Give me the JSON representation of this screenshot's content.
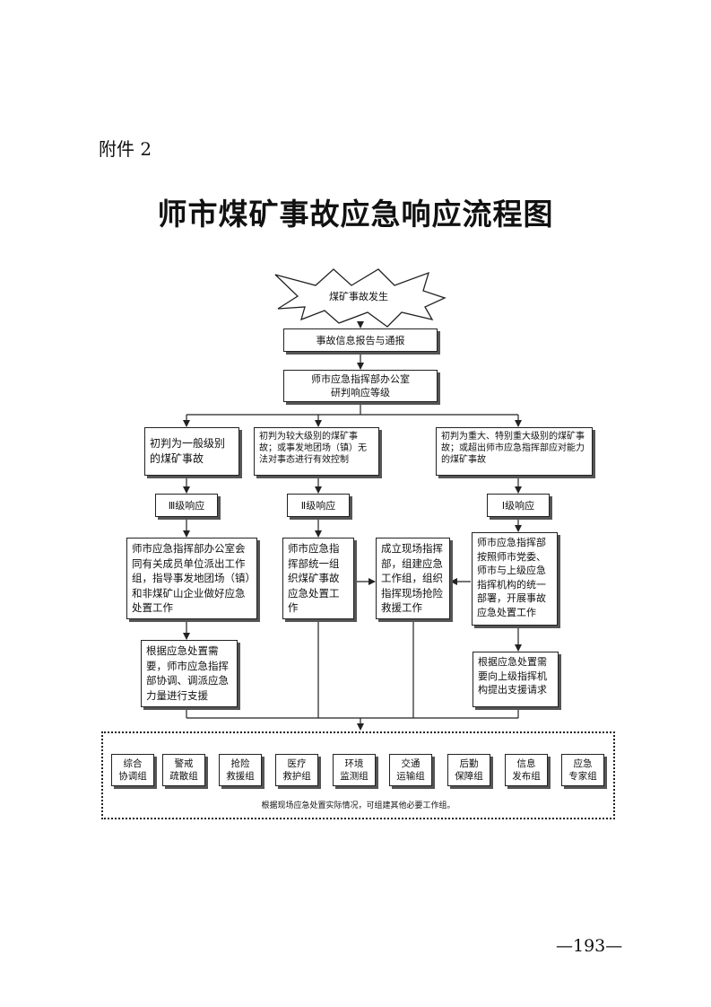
{
  "header": {
    "attachment": "附件 2"
  },
  "title": "师市煤矿事故应急响应流程图",
  "flow": {
    "start": "煤矿事故发生",
    "report": "事故信息报告与通报",
    "office": [
      "师市应急指挥部办公室",
      "研判响应等级"
    ],
    "judge_left": "初判为一般级别的煤矿事故",
    "judge_mid": "初判为较大级别的煤矿事故；或事发地团场（镇）无法对事态进行有效控制",
    "judge_right": "初判为重大、特别重大级别的煤矿事故；或超出师市应急指挥部应对能力的煤矿事故",
    "level3": "Ⅲ级响应",
    "level2": "Ⅱ级响应",
    "level1": "Ⅰ级响应",
    "action_left": "师市应急指挥部办公室会同有关成员单位派出工作组，指导事发地团场（镇）和非煤矿山企业做好应急处置工作",
    "action_mid": "师市应急指挥部统一组织煤矿事故应急处置工作",
    "action_center": "成立现场指挥部，组建应急工作组，组织指挥现场抢险救援工作",
    "action_right": "师市应急指挥部按照师市党委、师市与上级应急指挥机构的统一部署，开展事故应急处置工作",
    "support_left": "根据应急处置需要，师市应急指挥部协调、调派应急力量进行支援",
    "support_right": "根据应急处置需要向上级指挥机构提出支援请求"
  },
  "teams": [
    [
      "综合",
      "协调组"
    ],
    [
      "警戒",
      "疏散组"
    ],
    [
      "抢险",
      "救援组"
    ],
    [
      "医疗",
      "救护组"
    ],
    [
      "环境",
      "监测组"
    ],
    [
      "交通",
      "运输组"
    ],
    [
      "后勤",
      "保障组"
    ],
    [
      "信息",
      "发布组"
    ],
    [
      "应急",
      "专家组"
    ]
  ],
  "teams_note": "根据现场应急处置实际情况，可组建其他必要工作组。",
  "page_number": "—193—"
}
